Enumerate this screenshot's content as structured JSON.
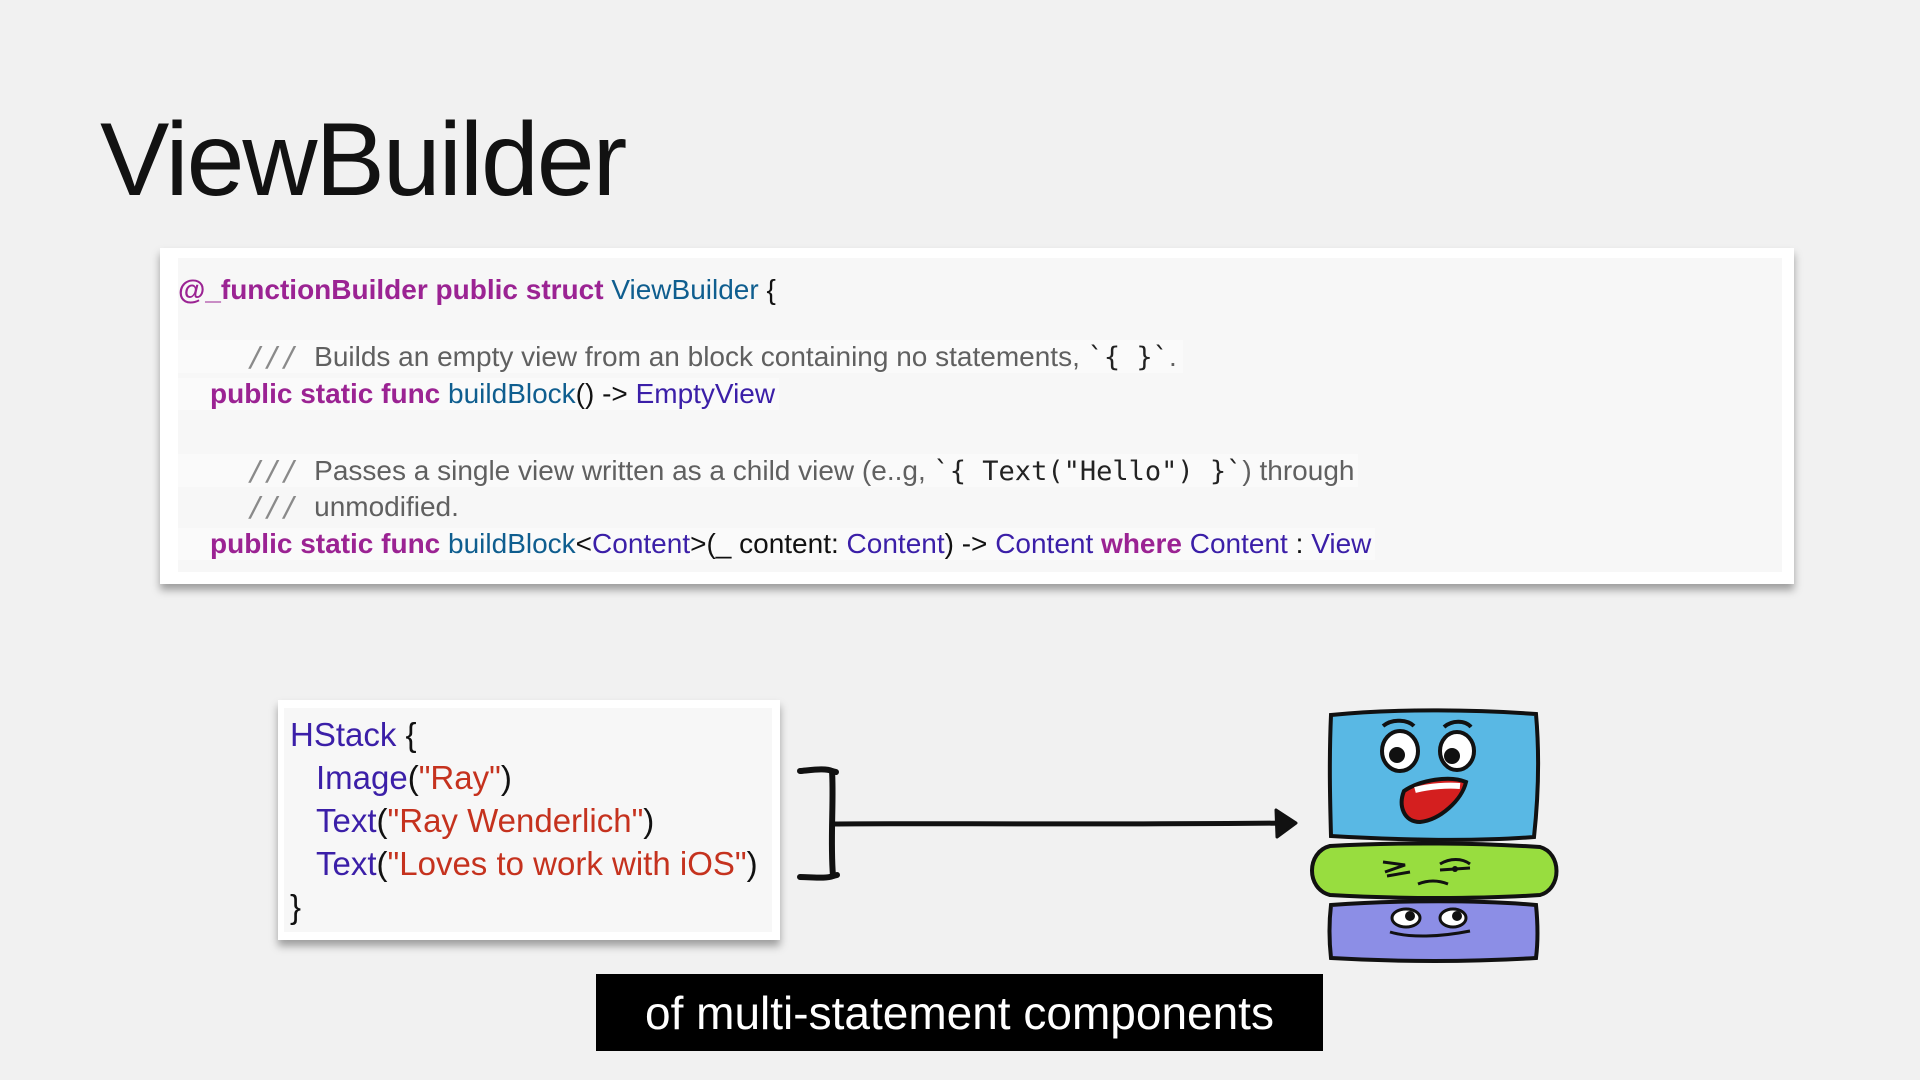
{
  "slide": {
    "title": "ViewBuilder",
    "caption": "of multi-statement components"
  },
  "code_top": {
    "line1": {
      "kw": "@_functionBuilder public struct",
      "type": "ViewBuilder",
      "rest": "{"
    },
    "comment1": {
      "slashes": "///",
      "text": "Builds an empty view from an block containing no statements,",
      "code": "`{ }`",
      "end": "."
    },
    "line2": {
      "kw": "public static func",
      "fn": "buildBlock",
      "mid": "() ->",
      "ret": "EmptyView"
    },
    "comment2a": {
      "slashes": "///",
      "text": "Passes a single view written as a child view (e..g,",
      "code": "`{ Text(\"Hello\") }`",
      "end": ") through"
    },
    "comment2b": {
      "slashes": "///",
      "text": "unmodified."
    },
    "line3": {
      "kw": "public static func",
      "fn": "buildBlock",
      "lt": "<",
      "generic": "Content",
      "gt": ">(_ content:",
      "param_type": "Content",
      "arrow": ") ->",
      "ret": "Content",
      "where": "where",
      "constraint": "Content",
      "colon": ":",
      "proto": "View"
    }
  },
  "code_bottom": {
    "l1": {
      "type": "HStack",
      "rest": " {"
    },
    "l2": {
      "fn": "Image",
      "open": "(",
      "str": "\"Ray\"",
      "close": ")"
    },
    "l3": {
      "fn": "Text",
      "open": "(",
      "str": "\"Ray Wenderlich\"",
      "close": ")"
    },
    "l4": {
      "fn": "Text",
      "open": "(",
      "str": "\"Loves to work with iOS\"",
      "close": ")"
    },
    "l5": "}"
  },
  "colors": {
    "keyword": "#9b2393",
    "type": "#0f5e8f",
    "type_dark": "#3b1fa8",
    "string": "#c5321e",
    "face_top": "#59b8e4",
    "face_middle": "#98dd3f",
    "face_bottom": "#8c8ee6"
  },
  "icons": {
    "bracket": "bracket-icon",
    "arrow": "arrow-right-icon",
    "faces": "stacked-faces-illustration"
  }
}
